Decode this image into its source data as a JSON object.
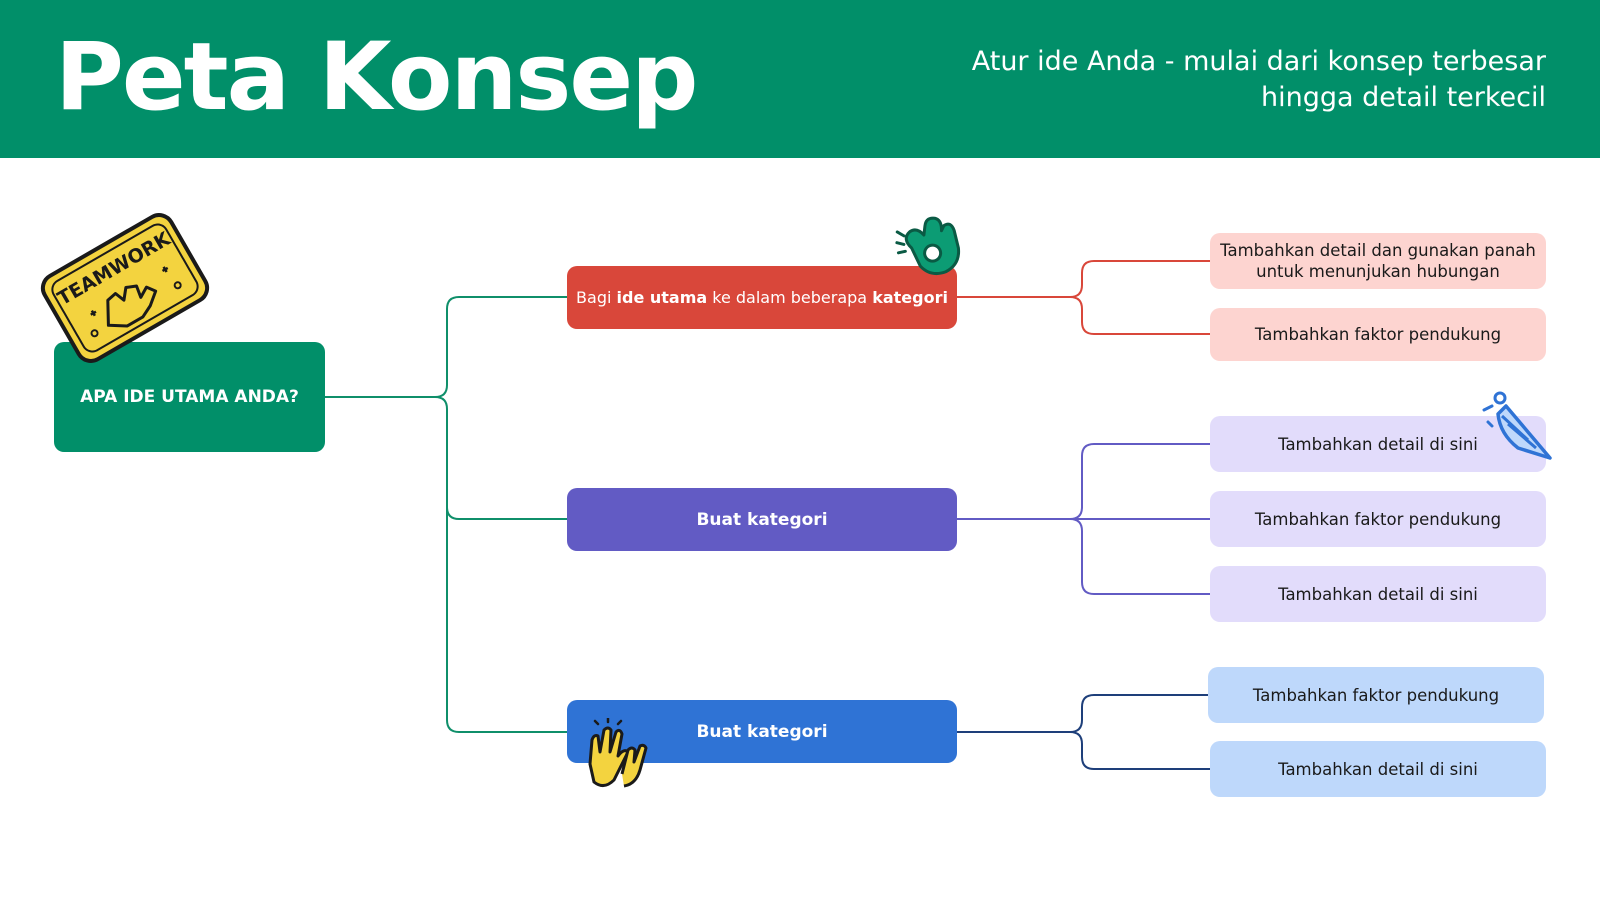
{
  "header": {
    "title": "Peta Konsep",
    "subtitle_line1": "Atur ide Anda - mulai dari konsep terbesar",
    "subtitle_line2": "hingga detail terkecil"
  },
  "root": {
    "label": "APA IDE UTAMA ANDA?"
  },
  "categories": [
    {
      "parts": [
        {
          "text": "Bagi ",
          "bold": false
        },
        {
          "text": "ide utama",
          "bold": true
        },
        {
          "text": " ke dalam beberapa ",
          "bold": false
        },
        {
          "text": "kategori",
          "bold": true
        }
      ],
      "color": "#d9473a",
      "details": [
        "Tambahkan detail dan gunakan panah untuk menunjukan hubungan",
        "Tambahkan faktor pendukung"
      ]
    },
    {
      "label": "Buat kategori",
      "color": "#625bc4",
      "details": [
        "Tambahkan detail di sini",
        "Tambahkan faktor pendukung",
        "Tambahkan detail di sini"
      ]
    },
    {
      "label": "Buat kategori",
      "color": "#2f73d5",
      "details": [
        "Tambahkan faktor pendukung",
        "Tambahkan detail di sini"
      ]
    }
  ],
  "stickers": {
    "teamwork": "TEAMWORK",
    "ok_hand": "ok-hand-icon",
    "party_popper": "party-popper-icon",
    "high_five": "high-five-icon"
  },
  "colors": {
    "header": "#018f69",
    "root": "#018f69",
    "red_light": "#fdd4d0",
    "purple_light": "#e2dcfb",
    "blue_light": "#bed8fb",
    "sticker_yellow": "#f3d33f"
  }
}
